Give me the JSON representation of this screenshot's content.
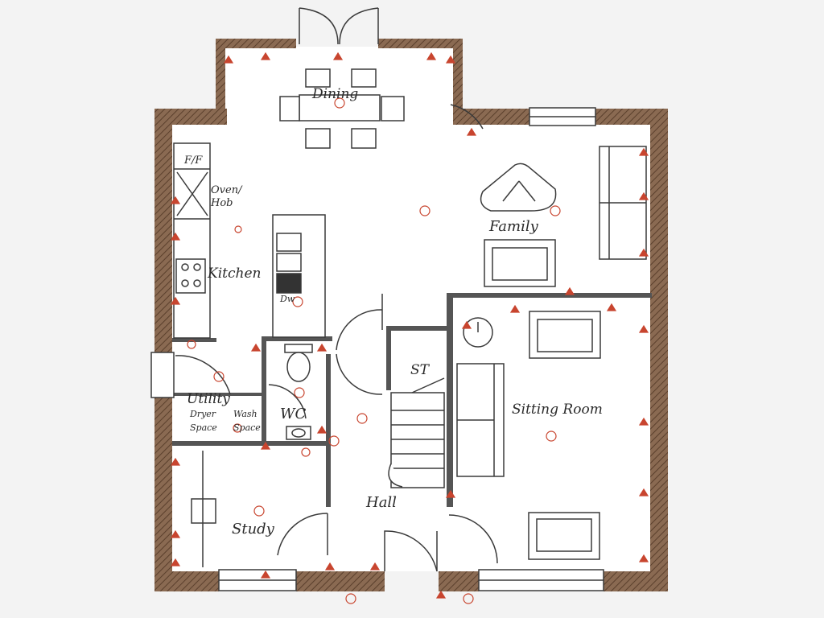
{
  "floorplan": {
    "rooms": {
      "dining": "Dining",
      "family": "Family",
      "kitchen": "Kitchen",
      "utility": "Utility",
      "utility_dryer": "Dryer",
      "utility_wash": "Wash",
      "utility_space1": "Space",
      "utility_space2": "Space",
      "wc": "WC",
      "st": "ST",
      "sitting_room": "Sitting Room",
      "study": "Study",
      "hall": "Hall"
    },
    "fixtures": {
      "ff": "F/F",
      "oven": "Oven/",
      "hob": "Hob",
      "dw": "Dw"
    }
  },
  "colors": {
    "wall": "#8a6a52",
    "wall_hatch": "#5a3f2c",
    "line": "#3a3a3a",
    "marker": "#c8452f",
    "floor": "#ffffff",
    "background": "#f3f3f3"
  }
}
